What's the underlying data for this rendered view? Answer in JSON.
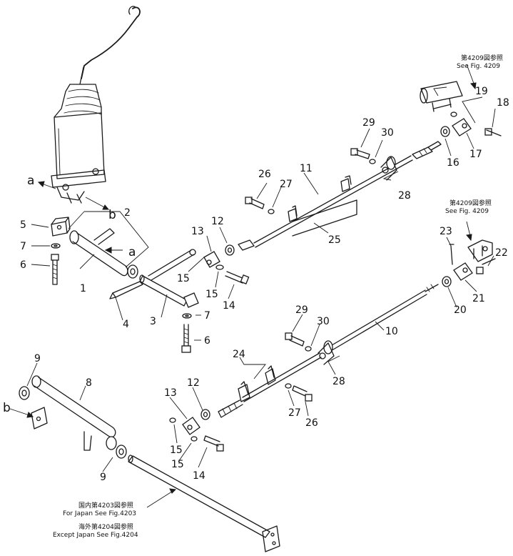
{
  "callouts": {
    "c1": "1",
    "c2": "2",
    "c3": "3",
    "c4": "4",
    "c5": "5",
    "c6a": "6",
    "c6b": "6",
    "c7a": "7",
    "c7b": "7",
    "c8": "8",
    "c9a": "9",
    "c9b": "9",
    "c10": "10",
    "c11": "11",
    "c12a": "12",
    "c12b": "12",
    "c13a": "13",
    "c13b": "13",
    "c14a": "14",
    "c14b": "14",
    "c15a": "15",
    "c15b": "15",
    "c15c": "15",
    "c15d": "15",
    "c16": "16",
    "c17": "17",
    "c18": "18",
    "c19": "19",
    "c20": "20",
    "c21": "21",
    "c22": "22",
    "c23": "23",
    "c24": "24",
    "c25": "25",
    "c26a": "26",
    "c26b": "26",
    "c27a": "27",
    "c27b": "27",
    "c28a": "28",
    "c28b": "28",
    "c29a": "29",
    "c29b": "29",
    "c30a": "30",
    "c30b": "30"
  },
  "letters": {
    "a_top": "a",
    "a_mid": "a",
    "b_top": "b",
    "b_left": "b"
  },
  "references": {
    "fig4209_top_jp": "第4209図参照",
    "fig4209_top_en": "See Fig. 4209",
    "fig4209_mid_jp": "第4209図参照",
    "fig4209_mid_en": "See Fig. 4209",
    "japan_jp": "国内第4203図参照",
    "japan_en": "For Japan See Fig.4203",
    "export_jp": "海外第4204図参照",
    "export_en": "Except Japan See Fig.4204"
  }
}
